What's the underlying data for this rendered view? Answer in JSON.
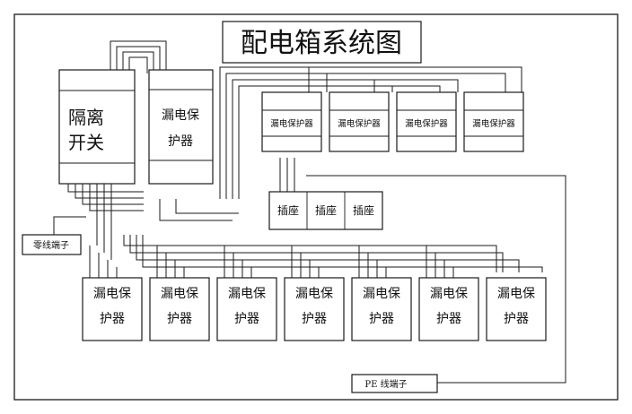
{
  "title": "配电箱系统图",
  "isolating_switch": {
    "line1": "隔离",
    "line2": "开关"
  },
  "main_rcd": {
    "line1": "漏电保",
    "line2": "护器"
  },
  "small_rcds": [
    "漏电保护器",
    "漏电保护器",
    "漏电保护器",
    "漏电保护器"
  ],
  "sockets": [
    "插座",
    "插座",
    "插座"
  ],
  "bottom_rcds": [
    {
      "line1": "漏电保",
      "line2": "护器"
    },
    {
      "line1": "漏电保",
      "line2": "护器"
    },
    {
      "line1": "漏电保",
      "line2": "护器"
    },
    {
      "line1": "漏电保",
      "line2": "护器"
    },
    {
      "line1": "漏电保",
      "line2": "护器"
    },
    {
      "line1": "漏电保",
      "line2": "护器"
    },
    {
      "line1": "漏电保",
      "line2": "护器"
    }
  ],
  "neutral_terminal": "零线端子",
  "pe_terminal": "PE 线端子"
}
